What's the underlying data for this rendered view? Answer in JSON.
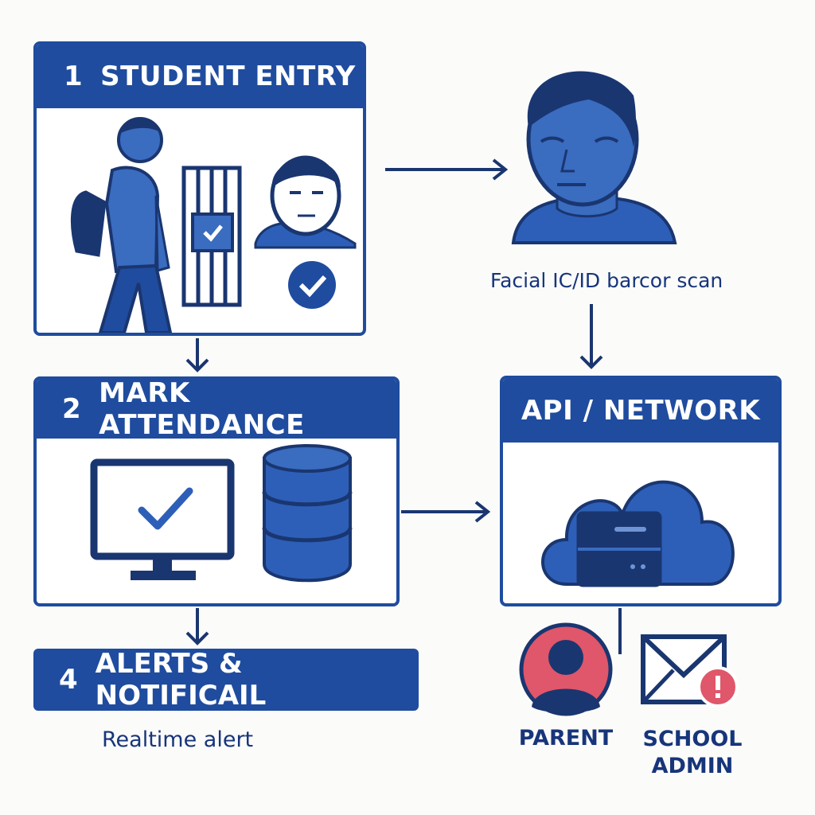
{
  "steps": {
    "student_entry": {
      "number": "1",
      "title": "STUDENT ENTRY"
    },
    "mark_attendance": {
      "number": "2",
      "title": "MARK ATTENDANCE"
    },
    "alerts": {
      "number": "4",
      "title": "ALERTS & NOTIFICAIL",
      "caption": "Realtime alert"
    },
    "api_network": {
      "title": "API / NETWORK"
    }
  },
  "scan": {
    "caption": "Facial IC/ID barcor scan"
  },
  "recipients": {
    "parent": "PARENT",
    "school_admin_line1": "SCHOOL",
    "school_admin_line2": "ADMIN"
  },
  "colors": {
    "primary": "#1f4c9e",
    "primary_dark": "#1a3670",
    "figure_fill": "#3a6cc0",
    "alert_red": "#e0566a"
  }
}
